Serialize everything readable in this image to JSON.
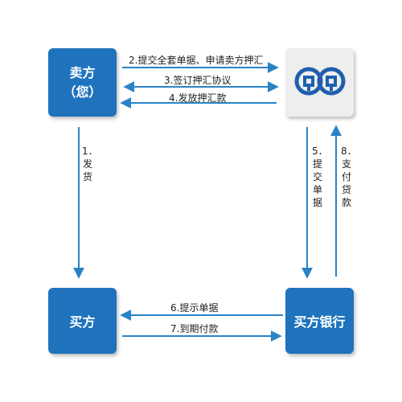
{
  "nodes": {
    "seller_line1": "卖方",
    "seller_line2": "（您）",
    "buyer": "买方",
    "buyer_bank": "买方银行",
    "seller_bank_logo": "bank-logo"
  },
  "flows": {
    "f1": "1．发货",
    "f2": "2.提交全套单据、申请卖方押汇",
    "f3": "3.签订押汇协议",
    "f4": "4.发放押汇款",
    "f5": "5．提交单据",
    "f6": "6.提示单据",
    "f7": "7.到期付款",
    "f8": "8．支付贷款"
  },
  "colors": {
    "node_blue": "#1f73bd",
    "arrow": "#2b83c6",
    "logo_bg": "#eeeeee"
  }
}
